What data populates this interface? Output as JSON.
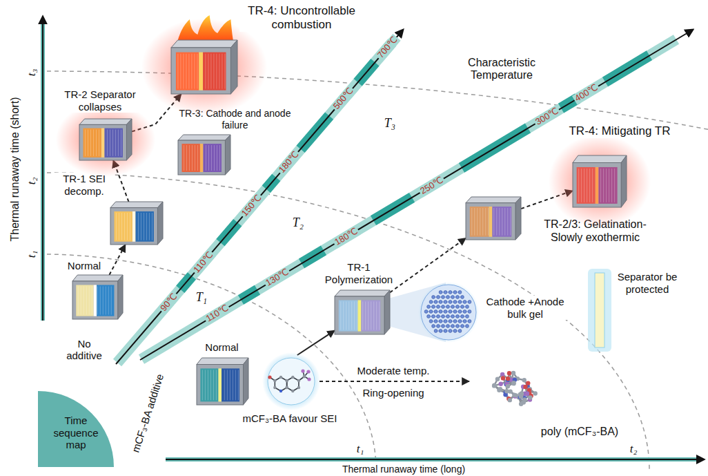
{
  "diagram": {
    "nodes": [
      {
        "text": [
          "Normal"
        ]
      },
      {
        "text": [
          "TR-1 SEI decomp."
        ]
      },
      {
        "text": [
          "TR-2 Separator collapses"
        ]
      },
      {
        "text": [
          "TR-3: Cathode and anode failure"
        ]
      },
      {
        "text": [
          "TR-4: Uncontrollable combustion"
        ]
      },
      {
        "text": [
          "Normal",
          "mCF₃-BA favour SEI"
        ]
      },
      {
        "text": [
          "poly (mCF₃-BA)"
        ]
      },
      {
        "text": [
          "TR-1 Polymerization"
        ]
      },
      {
        "text": [
          "Cathode +Anode bulk gel"
        ]
      },
      {
        "text": [
          "Separator be protected"
        ]
      },
      {
        "text": [
          "TR-2/3: Gelatination- Slowly exothermic"
        ]
      },
      {
        "text": [
          "TR-4: Mitigating TR"
        ]
      },
      {
        "text": [
          "Time sequence map"
        ]
      }
    ],
    "edges": [
      {
        "from": 0,
        "to": 1,
        "arrow": "to"
      },
      {
        "from": 1,
        "to": 2,
        "arrow": "to"
      },
      {
        "from": 2,
        "to": 4,
        "arrow": "to"
      },
      {
        "from": 5,
        "to": 6,
        "arrow": "to"
      },
      {
        "from": 5,
        "to": 7,
        "arrow": "to"
      },
      {
        "from": 7,
        "to": 10,
        "arrow": "to"
      },
      {
        "from": 10,
        "to": 11,
        "arrow": "to"
      }
    ],
    "labels": [
      "Thermal runaway time (short)",
      "t₃",
      "t₂",
      "t₁",
      "Characteristic Temperature",
      "T₃",
      "T₂",
      "T₁",
      "700℃",
      "500℃",
      "180℃",
      "150℃",
      "110℃",
      "90℃",
      "400℃",
      "300℃",
      "250℃",
      "180℃",
      "130℃",
      "110℃",
      "No additive",
      "mCF₃-BA additive",
      "Moderate temp.",
      "Ring-opening",
      "t₁",
      "t₂",
      "Thermal runaway time (long)"
    ]
  }
}
